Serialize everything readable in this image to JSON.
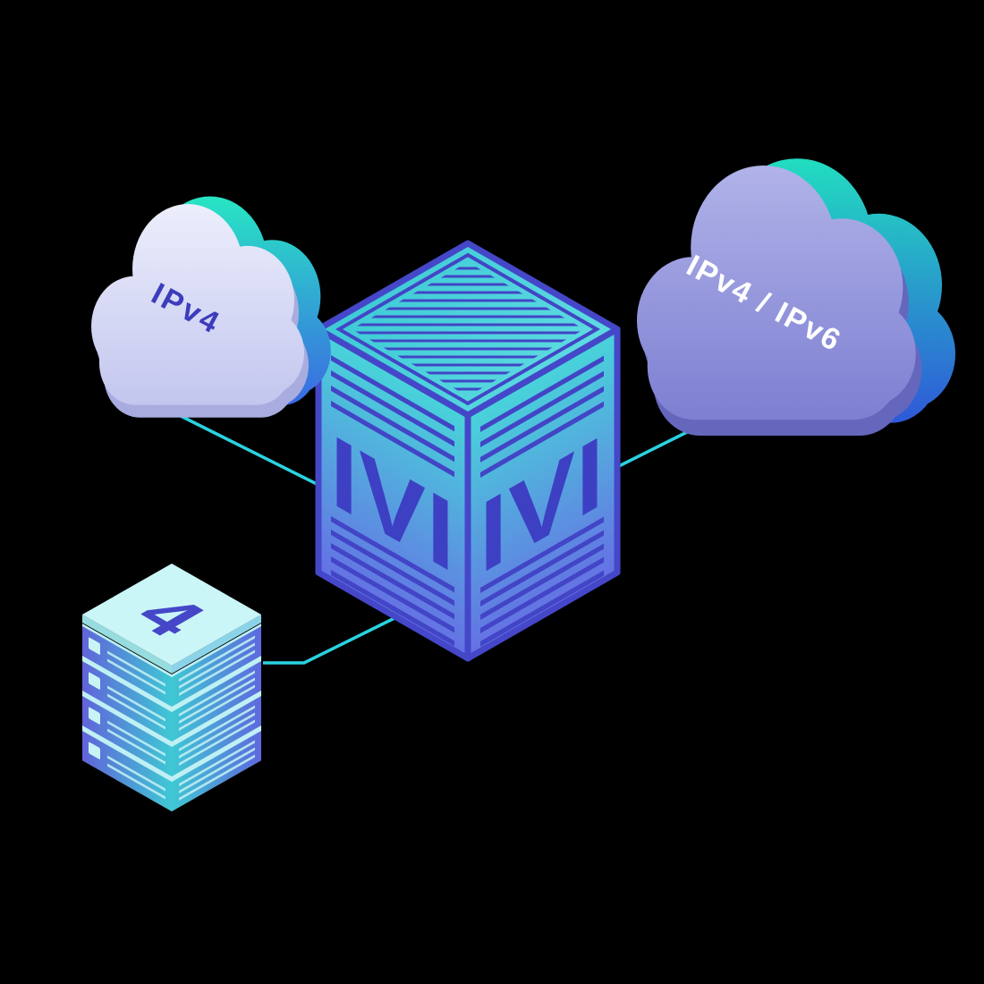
{
  "scene": {
    "left_cloud": {
      "label": "IPv4"
    },
    "right_cloud": {
      "label": "IPv4 / IPv6"
    },
    "translator_box": {
      "left_face_label": "IVI",
      "right_face_label": "IVI"
    },
    "server_stack": {
      "top_label": "4"
    },
    "colors": {
      "background": "#000000",
      "connector_cyan": "#2ad2e2",
      "outline_indigo": "#4547c9",
      "box_teal": "#48d4da",
      "box_periwinkle": "#6570e4",
      "accent_mint": "#27e2c2",
      "accent_blue": "#3b66e4",
      "left_cloud_body": "#d9dbf4",
      "right_cloud_body": "#8f92da",
      "stack_light": "#c9f4f6"
    }
  }
}
